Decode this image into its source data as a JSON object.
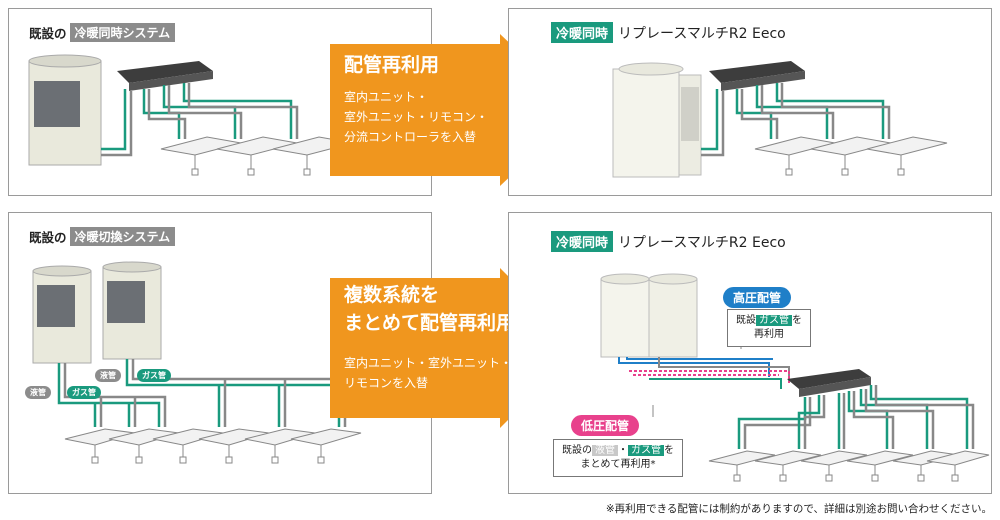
{
  "panels": {
    "top_left": {
      "prefix": "既設の",
      "tag": "冷暖同時システム"
    },
    "top_right": {
      "tag": "冷暖同時",
      "title": "リプレースマルチR2 Eeco"
    },
    "bottom_left": {
      "prefix": "既設の",
      "tag": "冷暖切換システム"
    },
    "bottom_right": {
      "tag": "冷暖同時",
      "title": "リプレースマルチR2 Eeco"
    }
  },
  "arrows": {
    "top": {
      "main": "配管再利用",
      "sub1": "室内ユニット・",
      "sub2": "室外ユニット・リモコン・",
      "sub3": "分流コントローラを入替"
    },
    "bottom": {
      "main1": "複数系統を",
      "main2": "まとめて配管再利用",
      "sub1": "室内ユニット・室外ユニット・",
      "sub2": "リモコンを入替"
    }
  },
  "callouts": {
    "high": {
      "pill": "高圧配管",
      "pre": "既設",
      "hl": "ガス管",
      "post": "を",
      "line2": "再利用"
    },
    "low": {
      "pill": "低圧配管",
      "pre": "既設の",
      "hl1": "液管",
      "mid": "・",
      "hl2": "ガス管",
      "post": "を",
      "line2": "まとめて再利用*"
    }
  },
  "pipe_labels": {
    "liquid_1": "液管",
    "gas_1": "ガス管",
    "liquid_2": "液管",
    "gas_2": "ガス管"
  },
  "colors": {
    "teal": "#1a9a7e",
    "orange": "#f0961e",
    "blue": "#1f7fc8",
    "pink": "#e8418c",
    "grey_tag": "#8c8c8c"
  },
  "footnote": "※再利用できる配管には制約がありますので、詳細は別途お問い合わせください。"
}
